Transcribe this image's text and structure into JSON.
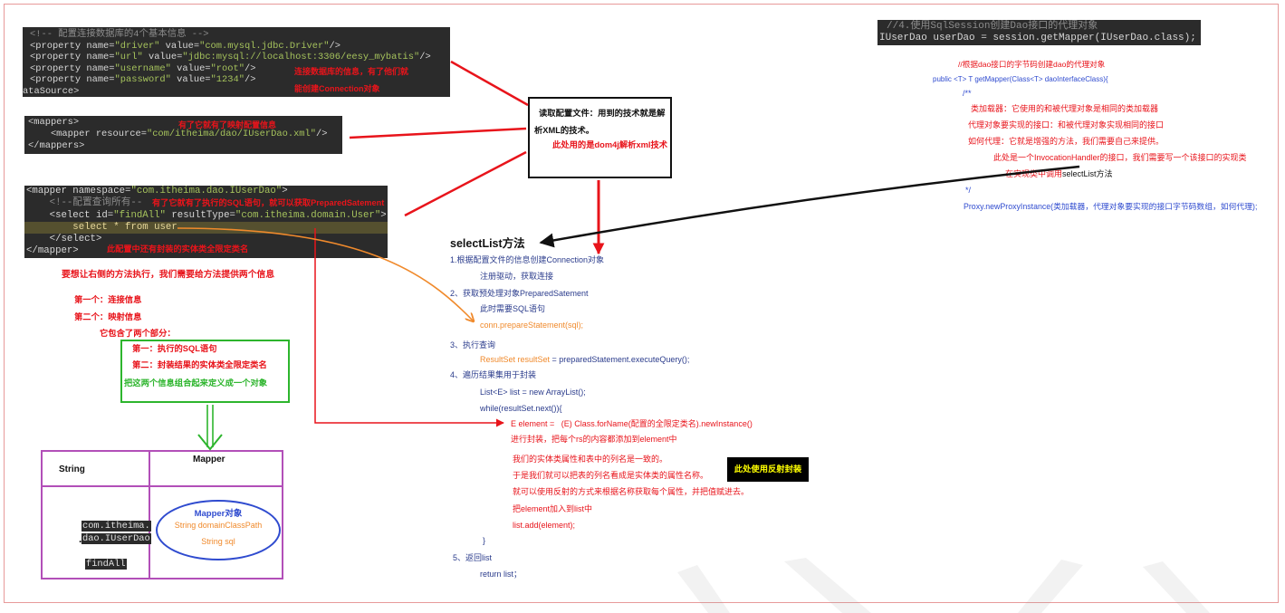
{
  "code_blocks": {
    "datasource": {
      "lines": [
        "<!-- 配置连接数据库的4个基本信息 -->",
        "<property name=\"driver\" value=\"com.mysql.jdbc.Driver\"/>",
        "<property name=\"url\" value=\"jdbc:mysql://localhost:3306/eesy_mybatis\"/>",
        "<property name=\"username\" value=\"root\"/>",
        "<property name=\"password\" value=\"1234\"/>",
        "ataSource>"
      ]
    },
    "mappers": {
      "lines": [
        "<mappers>",
        "    <mapper resource=\"com/itheima/dao/IUserDao.xml\"/>",
        "</mappers>"
      ]
    },
    "mapper_xml": {
      "lines": [
        "<mapper namespace=\"com.itheima.dao.IUserDao\">",
        "    <!--配置查询所有--",
        "    <select id=\"findAll\" resultType=\"com.itheima.domain.User\">",
        "        select * from user",
        "    </select>",
        "</mapper>"
      ]
    },
    "get_mapper": {
      "lines": [
        "//4.使用SqlSession创建Dao接口的代理对象",
        "IUserDao userDao = session.getMapper(IUserDao.class);"
      ]
    }
  },
  "annotations": {
    "datasource_note": [
      "连接数据库的信息，有了他们就",
      "能创建Connection对象"
    ],
    "mappers_note": "有了它就有了映射配置信息",
    "sql_note": "有了它就有了执行的SQL语句，就可以获取PreparedSatement",
    "entity_note": "此配置中还有封装的实体类全限定类名"
  },
  "parse_box": {
    "line1": "读取配置文件：用到的技术就是解",
    "line2": "析XML的技术。",
    "line3": "此处用的是dom4j解析xml技术"
  },
  "requirements": {
    "intro": "要想让右侧的方法执行，我们需要给方法提供两个信息",
    "first": "第一个：连接信息",
    "second": "第二个：映射信息",
    "contains": "它包含了两个部分："
  },
  "green_box": {
    "part1": "第一：执行的SQL语句",
    "part2": "第二：封装结果的实体类全限定类名",
    "combine": "把这两个信息组合起来定义成一个对象"
  },
  "table": {
    "header_left": "String",
    "header_right": "Mapper",
    "key_lines": [
      "com.itheima.",
      "dao.IUserDao",
      ".",
      "findAll"
    ],
    "mapper_object": {
      "title": "Mapper对象",
      "field1": "String domainClassPath",
      "field2": "String sql"
    }
  },
  "select_list": {
    "title": "selectList方法",
    "step1": "1.根据配置文件的信息创建Connection对象",
    "step1_detail": "注册驱动，获取连接",
    "step2": "2、获取预处理对象PreparedSatement",
    "step2_detail": "此时需要SQL语句",
    "step2_code": "conn.prepareStatement(sql);",
    "step3": "3、执行查询",
    "step3_code_var": "ResultSet resultSet",
    "step3_code_rest": " = preparedStatement.executeQuery();",
    "step4": "4、遍历结果集用于封装",
    "step4_list": "List<E> list = new ArrayList();",
    "step4_while": "while(resultSet.next()){",
    "step4_element": "E element =   (E) Class.forName(配置的全限定类名).newInstance()",
    "step4_wrap": "进行封装，把每个rs的内容都添加到element中",
    "explain": [
      "我们的实体类属性和表中的列名是一致的。",
      "于是我们就可以把表的列名看成是实体类的属性名称。",
      "就可以使用反射的方式来根据名称获取每个属性，并把值赋进去。"
    ],
    "add_note": "把element加入到list中",
    "add_code": "list.add(element);",
    "close_brace": "}",
    "step5": "5、返回list",
    "step5_code": "return list；"
  },
  "reflection_box": {
    "label": "此处使用反射封装"
  },
  "proxy_notes": {
    "comment": "//根据dao接口的字节码创建dao的代理对象",
    "signature": "public <T> T getMapper(Class<T> daoInterfaceClass){",
    "doc_open": "/**",
    "class_loader": "类加载器：它使用的和被代理对象是相同的类加载器",
    "interfaces": "代理对象要实现的接口：和被代理对象实现相同的接口",
    "how": "如何代理：它就是增强的方法，我们需要自己来提供。",
    "handler": "此处是一个InvocationHandler的接口，我们需要写一个该接口的实现类",
    "call_prefix": "在实现类中调用",
    "call_method": "selectList方法",
    "doc_close": "*/",
    "proxy_call": "Proxy.newProxyInstance(类加载器，代理对象要实现的接口字节码数组，如何代理);"
  },
  "colors": {
    "annotation_red": "#e8141b",
    "code_background": "#2b2b2b",
    "code_text": "#d6d6d6",
    "code_comment": "#8c8c8c",
    "code_string": "#a5c25c",
    "green": "#2db52d",
    "purple": "#b24fb8",
    "blue": "#2f4bcf",
    "orange": "#f08a2c",
    "navy": "#2b3c8c",
    "reflection_text": "#ffff00",
    "border_pink": "#e79a9a"
  }
}
